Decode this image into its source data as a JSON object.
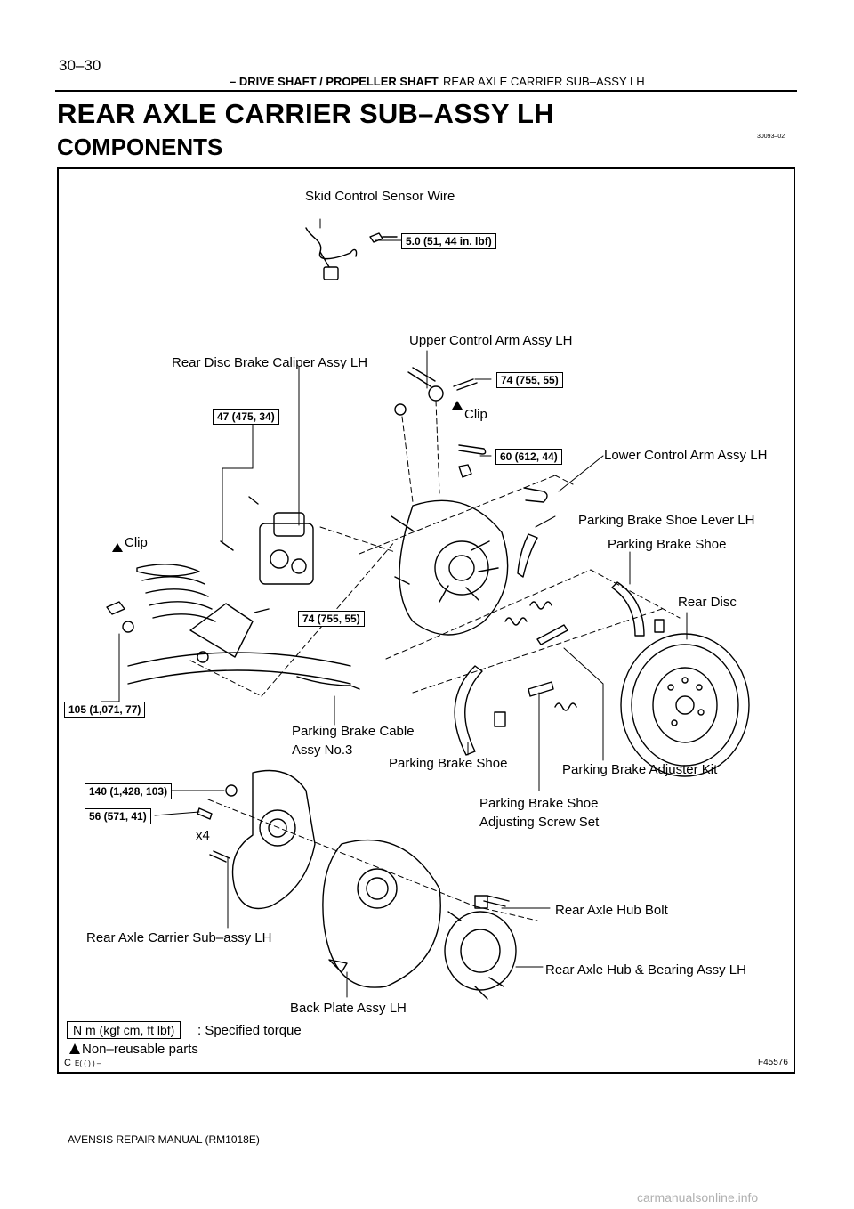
{
  "header": {
    "page_number": "30–30",
    "section": "– DRIVE SHAFT / PROPELLER SHAFT",
    "dash": "–",
    "subsection": "REAR AXLE CARRIER SUB–ASSY LH",
    "doc_code": "30093–02"
  },
  "title": "REAR AXLE CARRIER SUB–ASSY LH",
  "heading": "COMPONENTS",
  "figure": {
    "labels": {
      "skid_wire": "Skid Control Sensor Wire",
      "upper_arm": "Upper Control Arm Assy LH",
      "caliper": "Rear Disc Brake Caliper Assy LH",
      "clip_upper": "Clip",
      "lower_arm": "Lower Control Arm Assy LH",
      "shoe_lever": "Parking Brake Shoe Lever LH",
      "clip_left": "Clip",
      "shoe_right": "Parking Brake Shoe",
      "rear_disc": "Rear Disc",
      "cable_line1": "Parking Brake Cable",
      "cable_line2": "Assy No.3",
      "shoe_center": "Parking Brake Shoe",
      "adjuster_kit": "Parking Brake Adjuster Kit",
      "screw_set_line1": "Parking  Brake  Shoe",
      "screw_set_line2": "Adjusting Screw Set",
      "x4": "x4",
      "hub_bolt": "Rear Axle Hub Bolt",
      "carrier": "Rear Axle Carrier Sub–assy LH",
      "hub_bearing": "Rear Axle Hub & Bearing Assy LH",
      "back_plate": "Back Plate Assy LH"
    },
    "torques": {
      "skid_bolt": "5.0 (51, 44 in. lbf)",
      "upper_arm_bolt": "74 (755, 55)",
      "caliper_bolt": "47 (475, 34)",
      "lower_arm_nut": "60 (612, 44)",
      "knuckle_bolt": "74 (755, 55)",
      "axle_nut": "105 (1,071, 77)",
      "carrier_nut": "140 (1,428, 103)",
      "back_plate_bolt": "56 (571, 41)"
    },
    "legend": {
      "torque_unit": "N m (kgf cm, ft lbf)",
      "torque_desc": ": Specified torque",
      "nonreusable": "Non–reusable parts"
    },
    "fig_code": "F45576",
    "c_mark": "C",
    "c_small": "E( ( ) ) –"
  },
  "footer": "AVENSIS REPAIR MANUAL   (RM1018E)",
  "watermark": "carmanualsonline.info"
}
